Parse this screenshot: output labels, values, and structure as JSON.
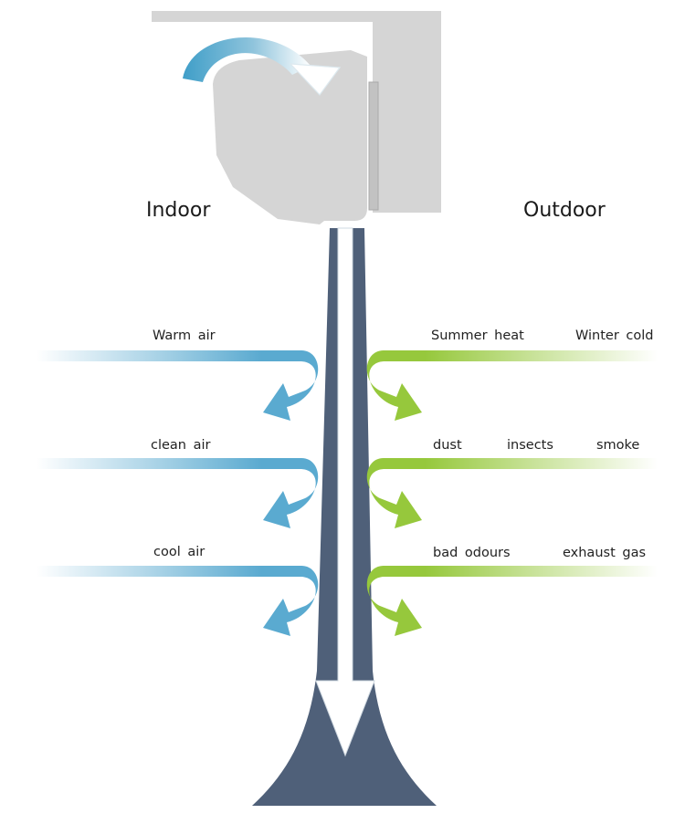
{
  "zones": {
    "indoor": "Indoor",
    "outdoor": "Outdoor"
  },
  "indoor_labels": [
    "Warm  air",
    "clean  air",
    "cool  air"
  ],
  "outdoor_labels": [
    [
      "Summer  heat",
      "Winter  cold"
    ],
    [
      "dust",
      "insects",
      "smoke"
    ],
    [
      "bad  odours",
      "exhaust  gas"
    ]
  ],
  "colors": {
    "indoor_arrow": "#5aaad0",
    "outdoor_arrow": "#96c83c",
    "curtain": "#4f6079",
    "unit": "#d5d5d5"
  },
  "icons": {
    "indoor_flow": "curved-arrow-down-left",
    "outdoor_flow": "curved-arrow-down-right",
    "unit_intake": "curved-arrow-right",
    "curtain_flow": "arrow-down"
  }
}
